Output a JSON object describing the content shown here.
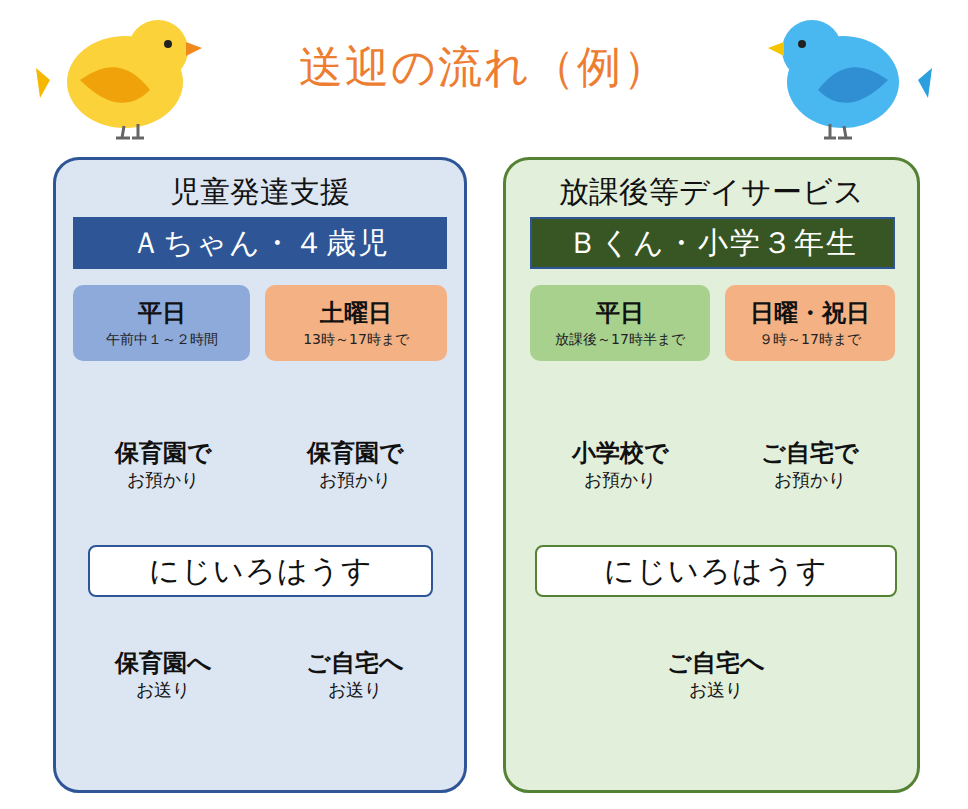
{
  "diagram": {
    "title": "送迎の流れ（例）",
    "nodes": [
      {
        "text": [
          "児童発達支援"
        ]
      },
      {
        "text": [
          "Ａちゃん・４歳児"
        ],
        "in": 0
      },
      {
        "text": [
          "平日",
          "午前中１～２時間"
        ],
        "in": 0
      },
      {
        "text": [
          "土曜日",
          "13時～17時まで"
        ],
        "in": 0
      },
      {
        "text": [
          "保育園で",
          "お預かり"
        ],
        "in": 0
      },
      {
        "text": [
          "保育園で",
          "お預かり"
        ],
        "in": 0
      },
      {
        "text": [
          "にじいろはうす"
        ],
        "in": 0
      },
      {
        "text": [
          "保育園へ",
          "お送り"
        ],
        "in": 0
      },
      {
        "text": [
          "ご自宅へ",
          "お送り"
        ],
        "in": 0
      },
      {
        "text": [
          "放課後等デイサービス"
        ]
      },
      {
        "text": [
          "Ｂくん・小学３年生"
        ],
        "in": 9
      },
      {
        "text": [
          "平日",
          "放課後～17時半まで"
        ],
        "in": 9
      },
      {
        "text": [
          "日曜・祝日",
          "９時～17時まで"
        ],
        "in": 9
      },
      {
        "text": [
          "小学校で",
          "お預かり"
        ],
        "in": 9
      },
      {
        "text": [
          "ご自宅で",
          "お預かり"
        ],
        "in": 9
      },
      {
        "text": [
          "にじいろはうす"
        ],
        "in": 9
      },
      {
        "text": [
          "ご自宅へ",
          "お送り"
        ],
        "in": 9
      }
    ],
    "edges": [
      {
        "from": 4,
        "to": 6,
        "arrow": "to"
      },
      {
        "from": 5,
        "to": 6,
        "arrow": "to"
      },
      {
        "from": 6,
        "to": 7,
        "arrow": "to"
      },
      {
        "from": 6,
        "to": 8,
        "arrow": "to"
      },
      {
        "from": 13,
        "to": 15,
        "arrow": "to"
      },
      {
        "from": 14,
        "to": 15,
        "arrow": "to"
      },
      {
        "from": 15,
        "to": 16,
        "arrow": "to"
      },
      {
        "from": 15,
        "to": 16,
        "arrow": "to"
      }
    ]
  }
}
